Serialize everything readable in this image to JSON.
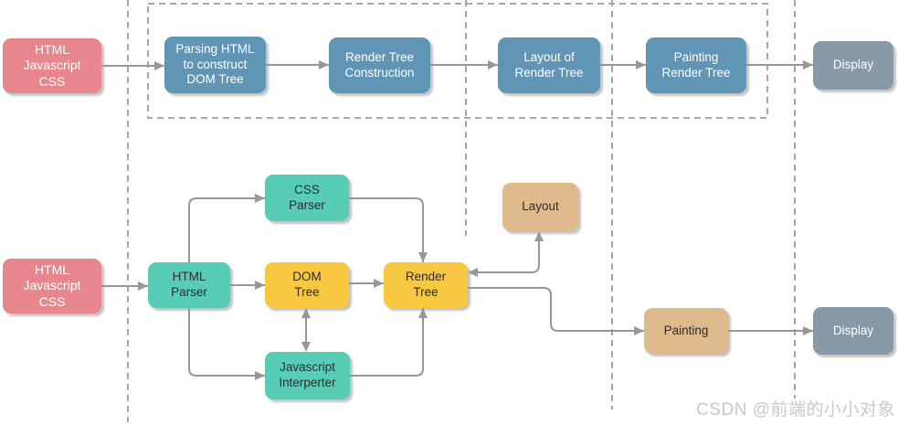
{
  "watermark": "CSDN @前端的小小对象",
  "colors": {
    "source_box": "#e8868d",
    "stage_box": "#6095b6",
    "display_box": "#8799a9",
    "parser_box": "#57cdb5",
    "tree_box": "#f8c840",
    "layout_paint_box": "#dfba8c",
    "arrow": "#979797",
    "dashed_line": "#a6a6a6"
  },
  "top_flow": {
    "source": "HTML\nJavascript\nCSS",
    "stage_parsing": "Parsing HTML\nto construct\nDOM Tree",
    "stage_render_tree": "Render Tree\nConstruction",
    "stage_layout": "Layout of\nRender Tree",
    "stage_painting": "Painting\nRender Tree",
    "display": "Display"
  },
  "bottom_flow": {
    "source": "HTML\nJavascript\nCSS",
    "html_parser": "HTML\nParser",
    "css_parser": "CSS\nParser",
    "dom_tree": "DOM\nTree",
    "js_interpreter": "Javascript\nInterperter",
    "render_tree": "Render\nTree",
    "layout": "Layout",
    "painting": "Painting",
    "display": "Display"
  }
}
